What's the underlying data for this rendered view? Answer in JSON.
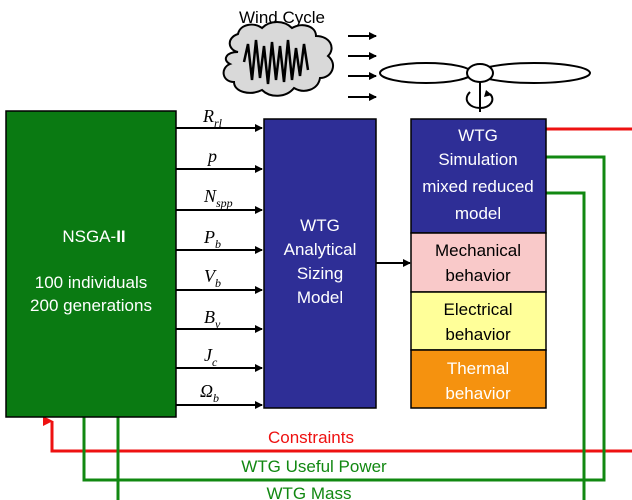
{
  "wind_cycle": {
    "label": "Wind Cycle"
  },
  "nsga": {
    "title_prefix": "NSGA-",
    "title_suffix": "II",
    "line1": "100 individuals",
    "line2": "200 generations"
  },
  "parameters": [
    {
      "main": "R",
      "sub": "rl"
    },
    {
      "main": "p",
      "sub": ""
    },
    {
      "main": "N",
      "sub": "spp"
    },
    {
      "main": "P",
      "sub": "b"
    },
    {
      "main": "V",
      "sub": "b"
    },
    {
      "main": "B",
      "sub": "v"
    },
    {
      "main": "J",
      "sub": "c"
    },
    {
      "main": "Ω",
      "sub": "b"
    }
  ],
  "sizing_model": {
    "line1": "WTG",
    "line2": "Analytical",
    "line3": "Sizing",
    "line4": "Model"
  },
  "simulation": {
    "line1": "WTG",
    "line2": "Simulation",
    "line3": "mixed reduced",
    "line4": "model"
  },
  "behaviors": {
    "mechanical": {
      "line1": "Mechanical",
      "line2": "behavior"
    },
    "electrical": {
      "line1": "Electrical",
      "line2": "behavior"
    },
    "thermal": {
      "line1": "Thermal",
      "line2": "behavior"
    }
  },
  "feedback": {
    "constraints": "Constraints",
    "useful_power": "WTG Useful Power",
    "mass": "WTG Mass"
  },
  "colors": {
    "nsga_fill": "#0a7a12",
    "model_fill": "#2e2e96",
    "mechanical_fill": "#f9c9c9",
    "electrical_fill": "#ffff99",
    "thermal_fill": "#f5920f",
    "constraints_line": "#ee1111",
    "power_line": "#118811",
    "mass_line": "#118811"
  }
}
